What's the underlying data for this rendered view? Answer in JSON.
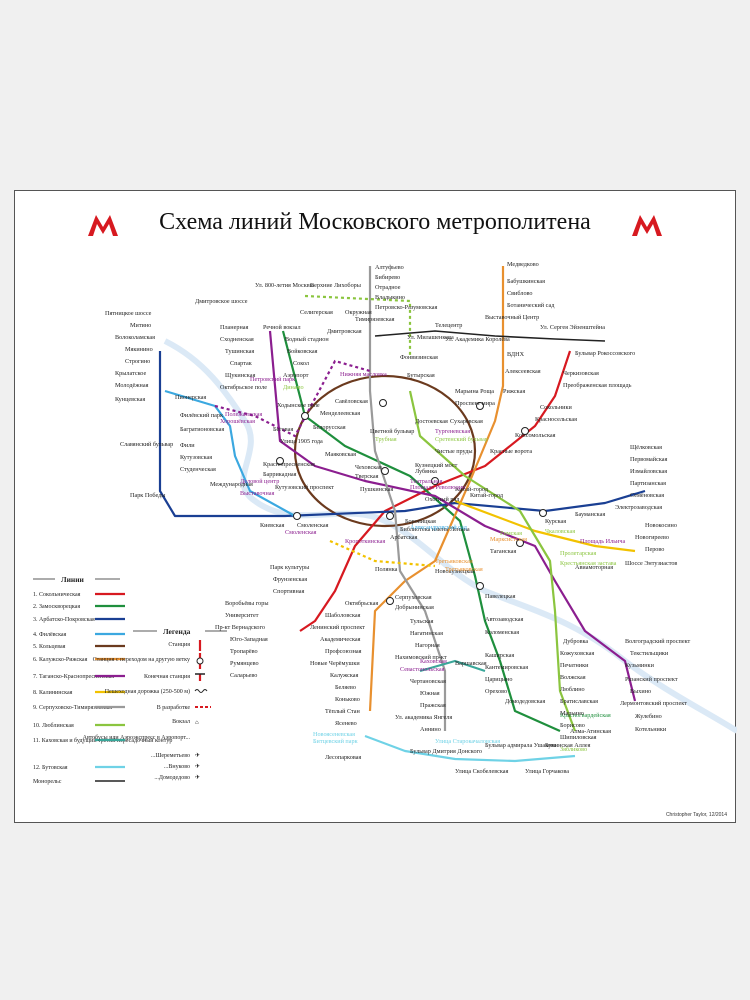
{
  "title": "Схема линий Московского метрополитена",
  "credit": "Christopher Taylor, 12/2014",
  "logo_icon": "moscow-metro-m-logo",
  "colors": {
    "sokolnicheskaya": "#d71920",
    "zamoskvoretskaya": "#1f8f3d",
    "arbatsko": "#1a3f93",
    "filevskaya": "#3ba8e0",
    "koltsevaya": "#6b3a1e",
    "kaluzhsko": "#e8902f",
    "tagansko": "#8b1e8f",
    "kalininskaya": "#f2c200",
    "serpukhovsko": "#9a9a9a",
    "lyublinskaya": "#8bc53f",
    "kakhovskaya": "#3aa79a",
    "butovskaya": "#6fd2e6",
    "monorail": "#222222"
  },
  "legend_lines": {
    "header": "Линии",
    "items": [
      "1. Сокольническая",
      "2. Замоскворецкая",
      "3. Арбатско-Покровская",
      "4. Филёвская",
      "5. Кольцевая",
      "6. Калужско-Рижская",
      "7. Таганско-Краснопресненская",
      "8. Калининская",
      "9. Серпуховско-Тимирязевская",
      "10. Люблинская",
      "11. Каховская и будущий третий пересадочный контур",
      "12. Бутовская",
      "Монорельс"
    ]
  },
  "legend_symbols": {
    "header": "Легенда",
    "items": [
      "Станция",
      "Станция с переходом на другую ветку",
      "Конечная станция",
      "Пешеходная дорожка (250-500 м)",
      "В разработке",
      "Вокзал",
      "Автобусы или Аэроэкспресс в Аэропорт...",
      "...Шереметьево",
      "...Внуково",
      "...Домодедово"
    ]
  },
  "stations": {
    "s001": "Алтуфьево",
    "s002": "Бибирево",
    "s003": "Отрадное",
    "s004": "Владыкино",
    "s005": "Петровско-Разумовская",
    "s006": "Медведково",
    "s007": "Бабушкинская",
    "s008": "Свиблово",
    "s009": "Ботанический сад",
    "s010": "ВДНХ",
    "s011": "Алексеевская",
    "s012": "Рижская",
    "s013": "Проспект мира",
    "s014": "Сухаревская",
    "s015": "Тургеневская",
    "s016": "Китай-город",
    "s017": "Третьяковская",
    "s018": "Октябрьская",
    "s019": "Шаболовская",
    "s020": "Ленинский проспект",
    "s021": "Академическая",
    "s022": "Профсоюзная",
    "s023": "Новые Черёмушки",
    "s024": "Калужская",
    "s025": "Беляево",
    "s026": "Коньково",
    "s027": "Тёплый Стан",
    "s028": "Ясенево",
    "s029": "Новоясеневская",
    "s030": "Битцевский парк",
    "s031": "Речной вокзал",
    "s032": "Водный стадион",
    "s033": "Войковская",
    "s034": "Сокол",
    "s035": "Аэропорт",
    "s036": "Динамо",
    "s037": "Белорусская",
    "s038": "Маяковская",
    "s039": "Тверская",
    "s040": "Театральная",
    "s041": "Новокузнецкая",
    "s042": "Павелецкая",
    "s043": "Автозаводская",
    "s044": "Коломенская",
    "s045": "Каширская",
    "s046": "Кантемировская",
    "s047": "Царицыно",
    "s048": "Орехово",
    "s049": "Домодедовская",
    "s050": "Красногвардейская",
    "s051": "Алма-Атинская",
    "s052": "Щёлковская",
    "s053": "Первомайская",
    "s054": "Измайловская",
    "s055": "Партизанская",
    "s056": "Семёновская",
    "s057": "Электрозаводская",
    "s058": "Бауманская",
    "s059": "Курская",
    "s060": "Площадь Революции",
    "s061": "Арбатская",
    "s062": "Смоленская",
    "s063": "Киевская",
    "s064": "Парк Победы",
    "s065": "Славянский бульвар",
    "s066": "Кунцевская",
    "s067": "Молодёжная",
    "s068": "Крылатское",
    "s069": "Строгино",
    "s070": "Мякинино",
    "s071": "Волоколамская",
    "s072": "Митино",
    "s073": "Пятницкое шоссе",
    "s074": "Пионерская",
    "s075": "Филёвский парк",
    "s076": "Багратионовская",
    "s077": "Фили",
    "s078": "Кутузовская",
    "s079": "Студенческая",
    "s080": "Международная",
    "s081": "Выставочная",
    "s082": "Планерная",
    "s083": "Сходненская",
    "s084": "Тушинская",
    "s085": "Спартак",
    "s086": "Щукинская",
    "s087": "Октябрьское поле",
    "s088": "Полежаевская",
    "s089": "Беговая",
    "s090": "Улица 1905 года",
    "s091": "Баррикадная",
    "s092": "Пушкинская",
    "s093": "Кузнецкий мост",
    "s094": "Китай-город",
    "s095": "Таганская",
    "s096": "Пролетарская",
    "s097": "Волгоградский проспект",
    "s098": "Текстильщики",
    "s099": "Кузьминки",
    "s100": "Рязанский проспект",
    "s101": "Выхино",
    "s102": "Лермонтовский проспект",
    "s103": "Жулебино",
    "s104": "Котельники",
    "s105": "Новогиреево",
    "s106": "Новокосино",
    "s107": "Перово",
    "s108": "Шоссе Энтузиастов",
    "s109": "Авиамоторная",
    "s110": "Площадь Ильича",
    "s111": "Марксистская",
    "s112": "Третьяковская",
    "s113": "Савёловская",
    "s114": "Дмитровская",
    "s115": "Тимирязевская",
    "s116": "Менделеевская",
    "s117": "Цветной бульвар",
    "s118": "Чеховская",
    "s119": "Боровицкая",
    "s120": "Полянка",
    "s121": "Серпуховская",
    "s122": "Тульская",
    "s123": "Нагатинская",
    "s124": "Нагорная",
    "s125": "Нахимовский пр-кт",
    "s126": "Севастопольская",
    "s127": "Чертановская",
    "s128": "Южная",
    "s129": "Пражская",
    "s130": "Ул. академика Янгеля",
    "s131": "Аннино",
    "s132": "Бульвар Дмитрия Донского",
    "s133": "Марьина Роща",
    "s134": "Достоевская",
    "s135": "Трубная",
    "s136": "Сретенский бульвар",
    "s137": "Чкаловская",
    "s138": "Римская",
    "s139": "Крестьянская застава",
    "s140": "Дубровка",
    "s141": "Кожуховская",
    "s142": "Печатники",
    "s143": "Волжская",
    "s144": "Люблино",
    "s145": "Братиславская",
    "s146": "Марьино",
    "s147": "Борисово",
    "s148": "Шипиловская",
    "s149": "Зябликово",
    "s150": "Варшавская",
    "s151": "Каховская",
    "s152": "Улица Старокачаловская",
    "s153": "Бунинская Аллея",
    "s154": "Улица Горчакова",
    "s155": "Бульвар адмирала Ушакова",
    "s156": "Улица Скобелевская",
    "s157": "Лесопарковая",
    "s158": "Парк культуры",
    "s159": "Фрунзенская",
    "s160": "Спортивная",
    "s161": "Воробьёвы горы",
    "s162": "Университет",
    "s163": "Пр-кт Вернадского",
    "s164": "Юго-Западная",
    "s165": "Тропарёво",
    "s166": "Румянцево",
    "s167": "Саларьево",
    "s168": "Комсомольская",
    "s169": "Красносельская",
    "s170": "Сокольники",
    "s171": "Преображенская площадь",
    "s172": "Черкизовская",
    "s173": "Бульвар Рокоссовского",
    "s174": "Красные ворота",
    "s175": "Чистые пруды",
    "s176": "Лубянка",
    "s177": "Охотный ряд",
    "s178": "Библиотека имени Ленина",
    "s179": "Кропоткинская",
    "s180": "Деловой центр",
    "s181": "Хорошёвская",
    "s182": "Петровский парк",
    "s183": "Нижняя масловка",
    "s184": "Фонвизинская",
    "s185": "Бутырская",
    "s186": "Селигерская",
    "s187": "Верхние Лихоборы",
    "s188": "Окружная",
    "s189": "Дмитровское шоссе",
    "s190": "Ул. 800-летия Москвы",
    "s191": "Телецентр",
    "s192": "Выставочный Центр",
    "s193": "Ул. Академика Королёва",
    "s194": "Ул. Милашенкова",
    "s195": "Ул. Сергея Эйзенштейна",
    "s196": "Ходынское поле",
    "s197": "Краснопресненская",
    "s198": "Смоленская",
    "s199": "Александровский сад",
    "s200": "Добрынинская",
    "s201": "Кутузовский проспект"
  }
}
